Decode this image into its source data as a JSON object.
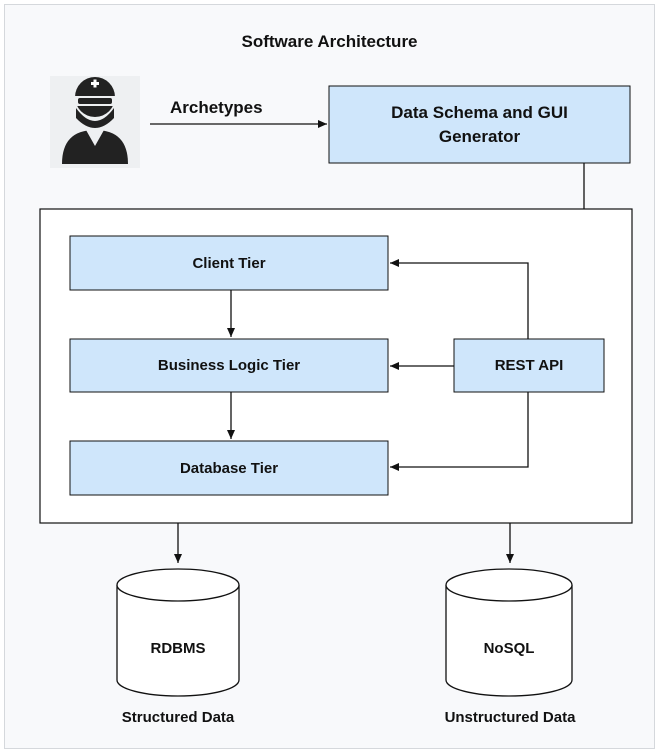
{
  "title": "Software Architecture",
  "edge_label_archetypes": "Archetypes",
  "actor_icon": "doctor-icon",
  "generator": {
    "line1": "Data Schema and GUI",
    "line2": "Generator"
  },
  "tiers": {
    "client": "Client Tier",
    "business": "Business Logic Tier",
    "database": "Database Tier"
  },
  "rest_api": "REST API",
  "stores": {
    "rdbms": "RDBMS",
    "rdbms_caption": "Structured Data",
    "nosql": "NoSQL",
    "nosql_caption": "Unstructured Data"
  },
  "colors": {
    "box_fill": "#cfe6fb",
    "box_stroke": "#111111",
    "line": "#111111"
  }
}
